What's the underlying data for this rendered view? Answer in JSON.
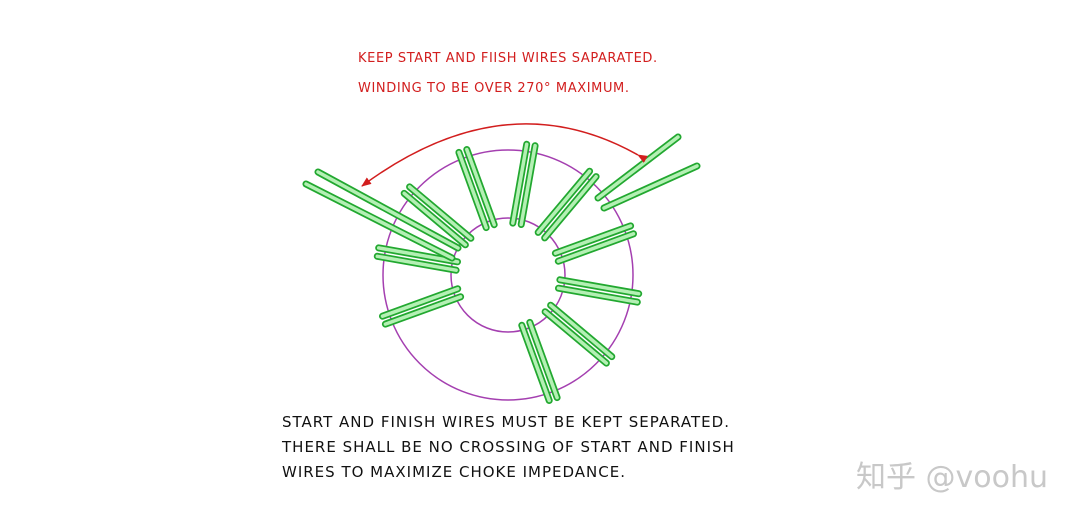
{
  "notes": {
    "line1": "KEEP START AND FIISH WIRES SAPARATED.",
    "line2": "WINDING TO BE OVER 270° MAXIMUM."
  },
  "caption": {
    "line1": "START AND FINISH WIRES  MUST BE KEPT SEPARATED.",
    "line2": "THERE SHALL BE NO CROSSING OF START AND FINISH",
    "line3": "WIRES TO MAXIMIZE CHOKE IMPEDANCE."
  },
  "watermark": "知乎 @voohu",
  "colors": {
    "annotation": "#d21e1e",
    "core_outline": "#a43fb0",
    "wire_fill": "#b4f0b4",
    "wire_stroke": "#22a830",
    "caption_text": "#111111",
    "watermark": "#c8c8c8"
  },
  "diagram": {
    "toroid_turns": 10,
    "wires_per_turn": 2,
    "winding_span_degrees": 270
  }
}
